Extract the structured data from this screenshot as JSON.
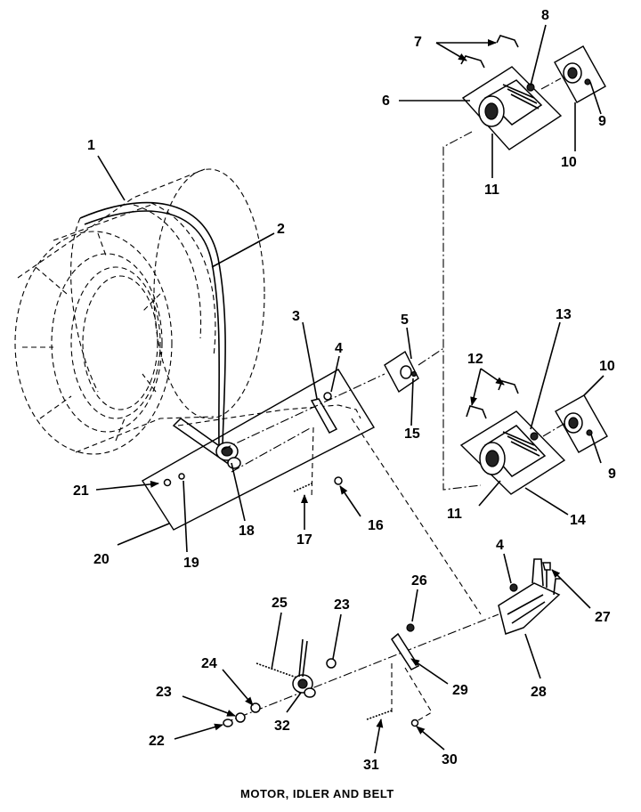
{
  "caption": "MOTOR, IDLER AND BELT",
  "callouts": {
    "c1": "1",
    "c2": "2",
    "c3": "3",
    "c4a": "4",
    "c4b": "4",
    "c5": "5",
    "c6": "6",
    "c7": "7",
    "c8": "8",
    "c9a": "9",
    "c9b": "9",
    "c10a": "10",
    "c10b": "10",
    "c11a": "11",
    "c11b": "11",
    "c12": "12",
    "c13": "13",
    "c14": "14",
    "c15": "15",
    "c16": "16",
    "c17": "17",
    "c18": "18",
    "c19": "19",
    "c20": "20",
    "c21": "21",
    "c22": "22",
    "c23a": "23",
    "c23b": "23",
    "c24": "24",
    "c25": "25",
    "c26": "26",
    "c27": "27",
    "c28": "28",
    "c29": "29",
    "c30": "30",
    "c31": "31",
    "c32": "32"
  }
}
